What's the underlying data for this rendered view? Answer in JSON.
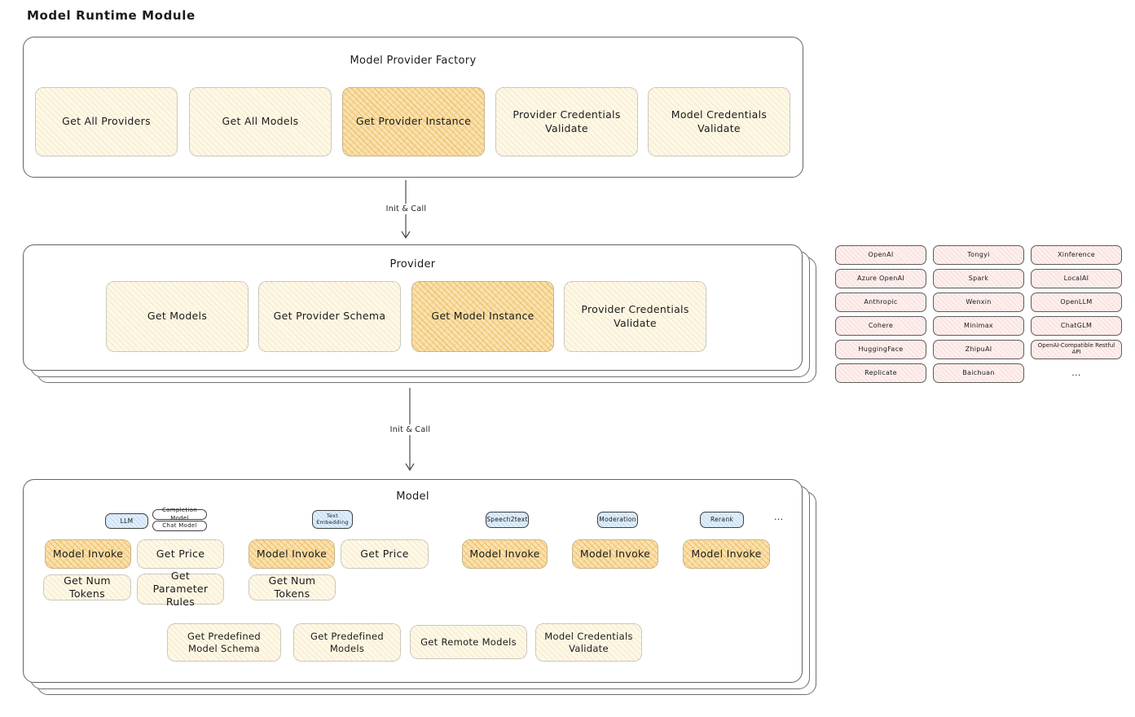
{
  "page": {
    "title": "Model Runtime Module"
  },
  "factory": {
    "title": "Model Provider Factory",
    "items": [
      {
        "label": "Get All Providers"
      },
      {
        "label": "Get All Models"
      },
      {
        "label": "Get Provider Instance"
      },
      {
        "label": "Provider Credentials Validate"
      },
      {
        "label": "Model Credentials Validate"
      }
    ]
  },
  "arrow1": {
    "label": "Init & Call"
  },
  "arrow2": {
    "label": "Init & Call"
  },
  "provider": {
    "title": "Provider",
    "items": [
      {
        "label": "Get Models"
      },
      {
        "label": "Get Provider Schema"
      },
      {
        "label": "Get Model Instance"
      },
      {
        "label": "Provider Credentials Validate"
      }
    ]
  },
  "provider_list": {
    "items": [
      "OpenAI",
      "Tongyi",
      "Xinference",
      "Azure OpenAI",
      "Spark",
      "LocalAI",
      "Anthropic",
      "Wenxin",
      "OpenLLM",
      "Cohere",
      "Minimax",
      "ChatGLM",
      "HuggingFace",
      "ZhipuAI",
      "OpenAI-Compatible Restful API",
      "Replicate",
      "Baichuan"
    ],
    "more": "..."
  },
  "model": {
    "title": "Model",
    "tags": {
      "llm": "LLM",
      "completion": "Completion Model",
      "chat": "Chat Model",
      "text_embedding": "Text Embedding",
      "speech2text": "Speech2text",
      "moderation": "Moderation",
      "rerank": "Rerank",
      "more": "..."
    },
    "capabilities": {
      "model_invoke": "Model Invoke",
      "get_price": "Get Price",
      "get_num_tokens": "Get Num Tokens",
      "get_parameter_rules": "Get Parameter Rules"
    },
    "bottom": [
      "Get Predefined Model Schema",
      "Get Predefined Models",
      "Get Remote Models",
      "Model Credentials Validate"
    ]
  },
  "colors": {
    "cream_fill": "#fdf8e7",
    "highlight_fill": "#f9e2ae",
    "provider_cell_fill": "#fdf0ee",
    "tag_fill": "#e0eefb",
    "stroke": "#636363"
  }
}
